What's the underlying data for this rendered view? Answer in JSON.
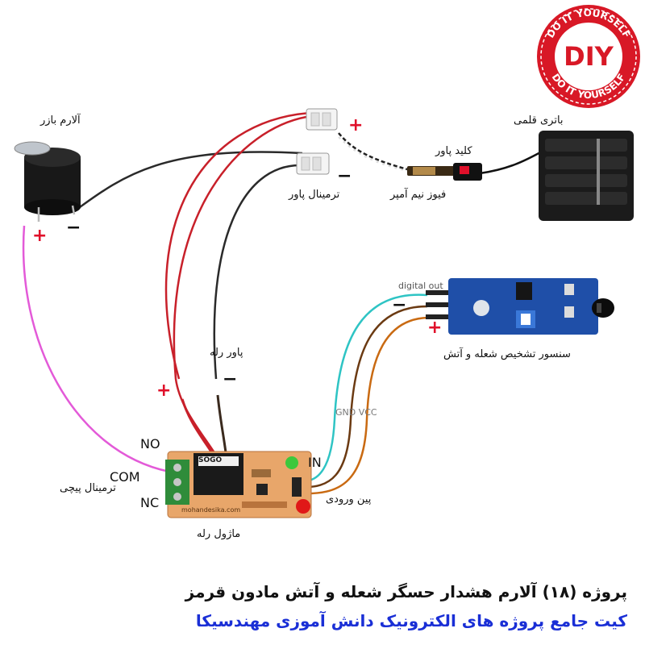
{
  "labels": {
    "buzzer": "آلارم بازر",
    "battery": "باتری قلمی",
    "power_key": "کلید پاور",
    "fuse": "فیوز نیم آمپر",
    "power_terminal": "ترمینال پاور",
    "sensor": "سنسور تشخیص شعله و آتش",
    "digital_out": "digital out",
    "relay_power": "پاور رله",
    "gnd_vcc": "GND VCC",
    "no": "NO",
    "com": "COM",
    "nc": "NC",
    "in": "IN",
    "screw_terminal": "ترمینال پیچی",
    "input_pins": "پین ورودی",
    "relay_module": "ماژول رله",
    "module_brand": "mohandesika.com",
    "relay_brand": "SOGO"
  },
  "signs": {
    "plus": "+",
    "minus": "−"
  },
  "logo": {
    "main": "DIY",
    "ring_text": "DO IT YOURSELF",
    "color": "#d81826"
  },
  "footer": {
    "title": "پروژه (۱۸) آلارم هشدار حسگر شعله و آتش مادون قرمز",
    "subtitle": "کیت جامع پروژه های الکترونیک دانش آموزی مهندسیکا"
  },
  "colors": {
    "red_wire": "#c8202a",
    "black_wire": "#2a2a2a",
    "pink_wire": "#e35ad8",
    "cyan_wire": "#2ec4c4",
    "brown_wire": "#6b3a12",
    "orange_wire": "#c96a12",
    "pcb": "#e8a66a",
    "sensor_pcb": "#1f4fa8"
  }
}
